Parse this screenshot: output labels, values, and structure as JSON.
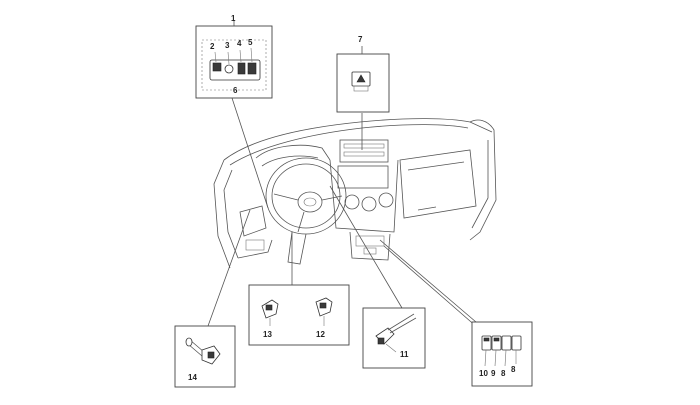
{
  "diagram": {
    "callouts": {
      "c1": "1",
      "c2": "2",
      "c3": "3",
      "c4": "4",
      "c5": "5",
      "c6": "6",
      "c7": "7",
      "c8a": "8",
      "c8b": "8",
      "c9": "9",
      "c10": "10",
      "c11": "11",
      "c12": "12",
      "c13": "13",
      "c14": "14"
    }
  }
}
